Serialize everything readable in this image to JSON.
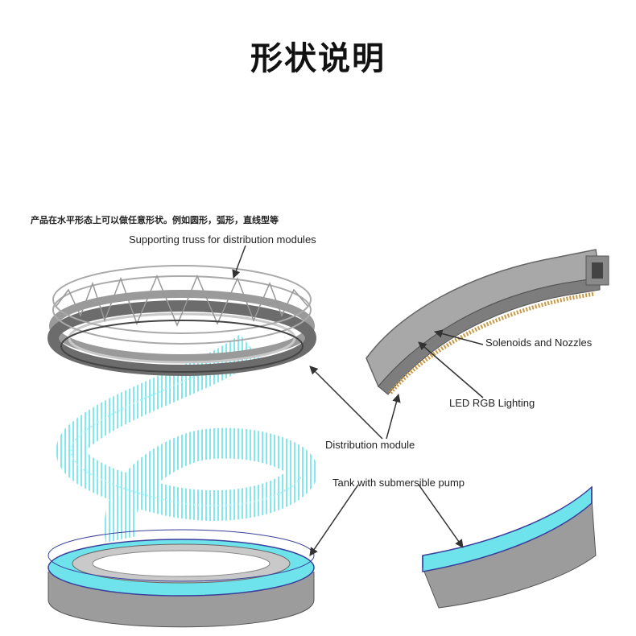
{
  "title": "形状说明",
  "note": "产品在水平形态上可以做任意形状。例如圆形，弧形，直线型等",
  "labels": {
    "truss": "Supporting truss for distribution modules",
    "solenoids": "Solenoids and Nozzles",
    "led": "LED RGB Lighting",
    "module": "Distribution module",
    "tank": "Tank with submersible pump"
  },
  "colors": {
    "water": "#6fe3ec",
    "water_dark": "#38c7d6",
    "metal": "#b9b9b9",
    "metal_dark": "#8a8a8a",
    "nozzle": "#c89a46",
    "tank_edge": "#3a3f9a"
  }
}
